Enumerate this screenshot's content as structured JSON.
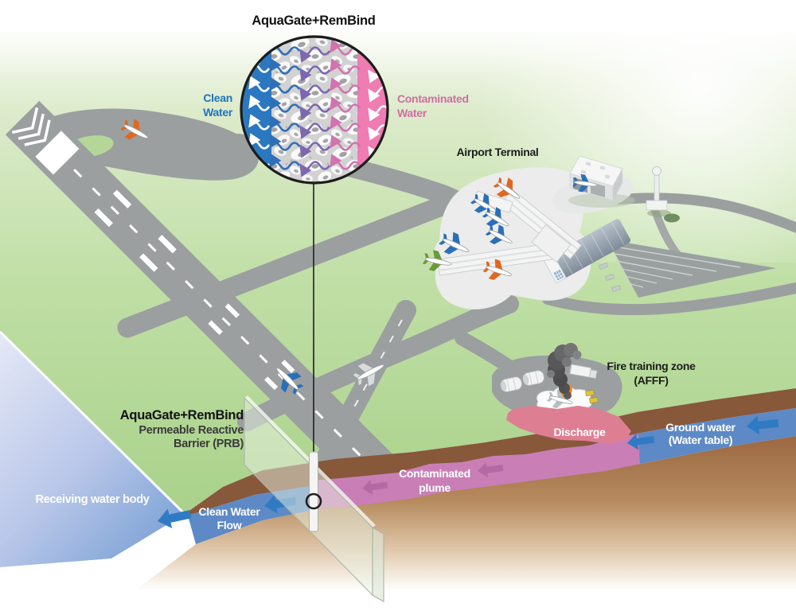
{
  "inset": {
    "title": "AquaGate+RemBind",
    "clean_line1": "Clean",
    "clean_line2": "Water",
    "contam_line1": "Contaminated",
    "contam_line2": "Water"
  },
  "map": {
    "airport_terminal": "Airport Terminal",
    "fire_zone_line1": "Fire training zone",
    "fire_zone_line2": "(AFFF)",
    "discharge": "Discharge",
    "groundwater_line1": "Ground water",
    "groundwater_line2": "(Water table)",
    "plume_line1": "Contaminated",
    "plume_line2": "plume",
    "clean_flow_line1": "Clean Water",
    "clean_flow_line2": "Flow",
    "receiving_water_body": "Receiving water body",
    "prb_line1": "AquaGate+RemBind",
    "prb_line2": "Permeable Reactive",
    "prb_line3": "Barrier (PRB)"
  },
  "colors": {
    "clean_water_text_blue": "#1b75bc",
    "contaminated_text_pink": "#cf6da4",
    "inset_clean_band_blue": "#2b78c0",
    "inset_contaminated_band_pink": "#ef7cb2",
    "groundwater_blue": "#5d89c6",
    "flow_arrow_blue": "#2e7bc4",
    "plume_purple": "#c97fb6",
    "plume_arrow": "#b469a5",
    "discharge_pink": "#de7e93",
    "soil_brown_dark": "#87583a",
    "soil_brown_light": "#b68a5e",
    "grass_green": "#b7d89b",
    "asphalt_gray": "#9b9fa0",
    "apron_gray": "#ebeceb",
    "water_body_blue": "#8fa9d8"
  }
}
